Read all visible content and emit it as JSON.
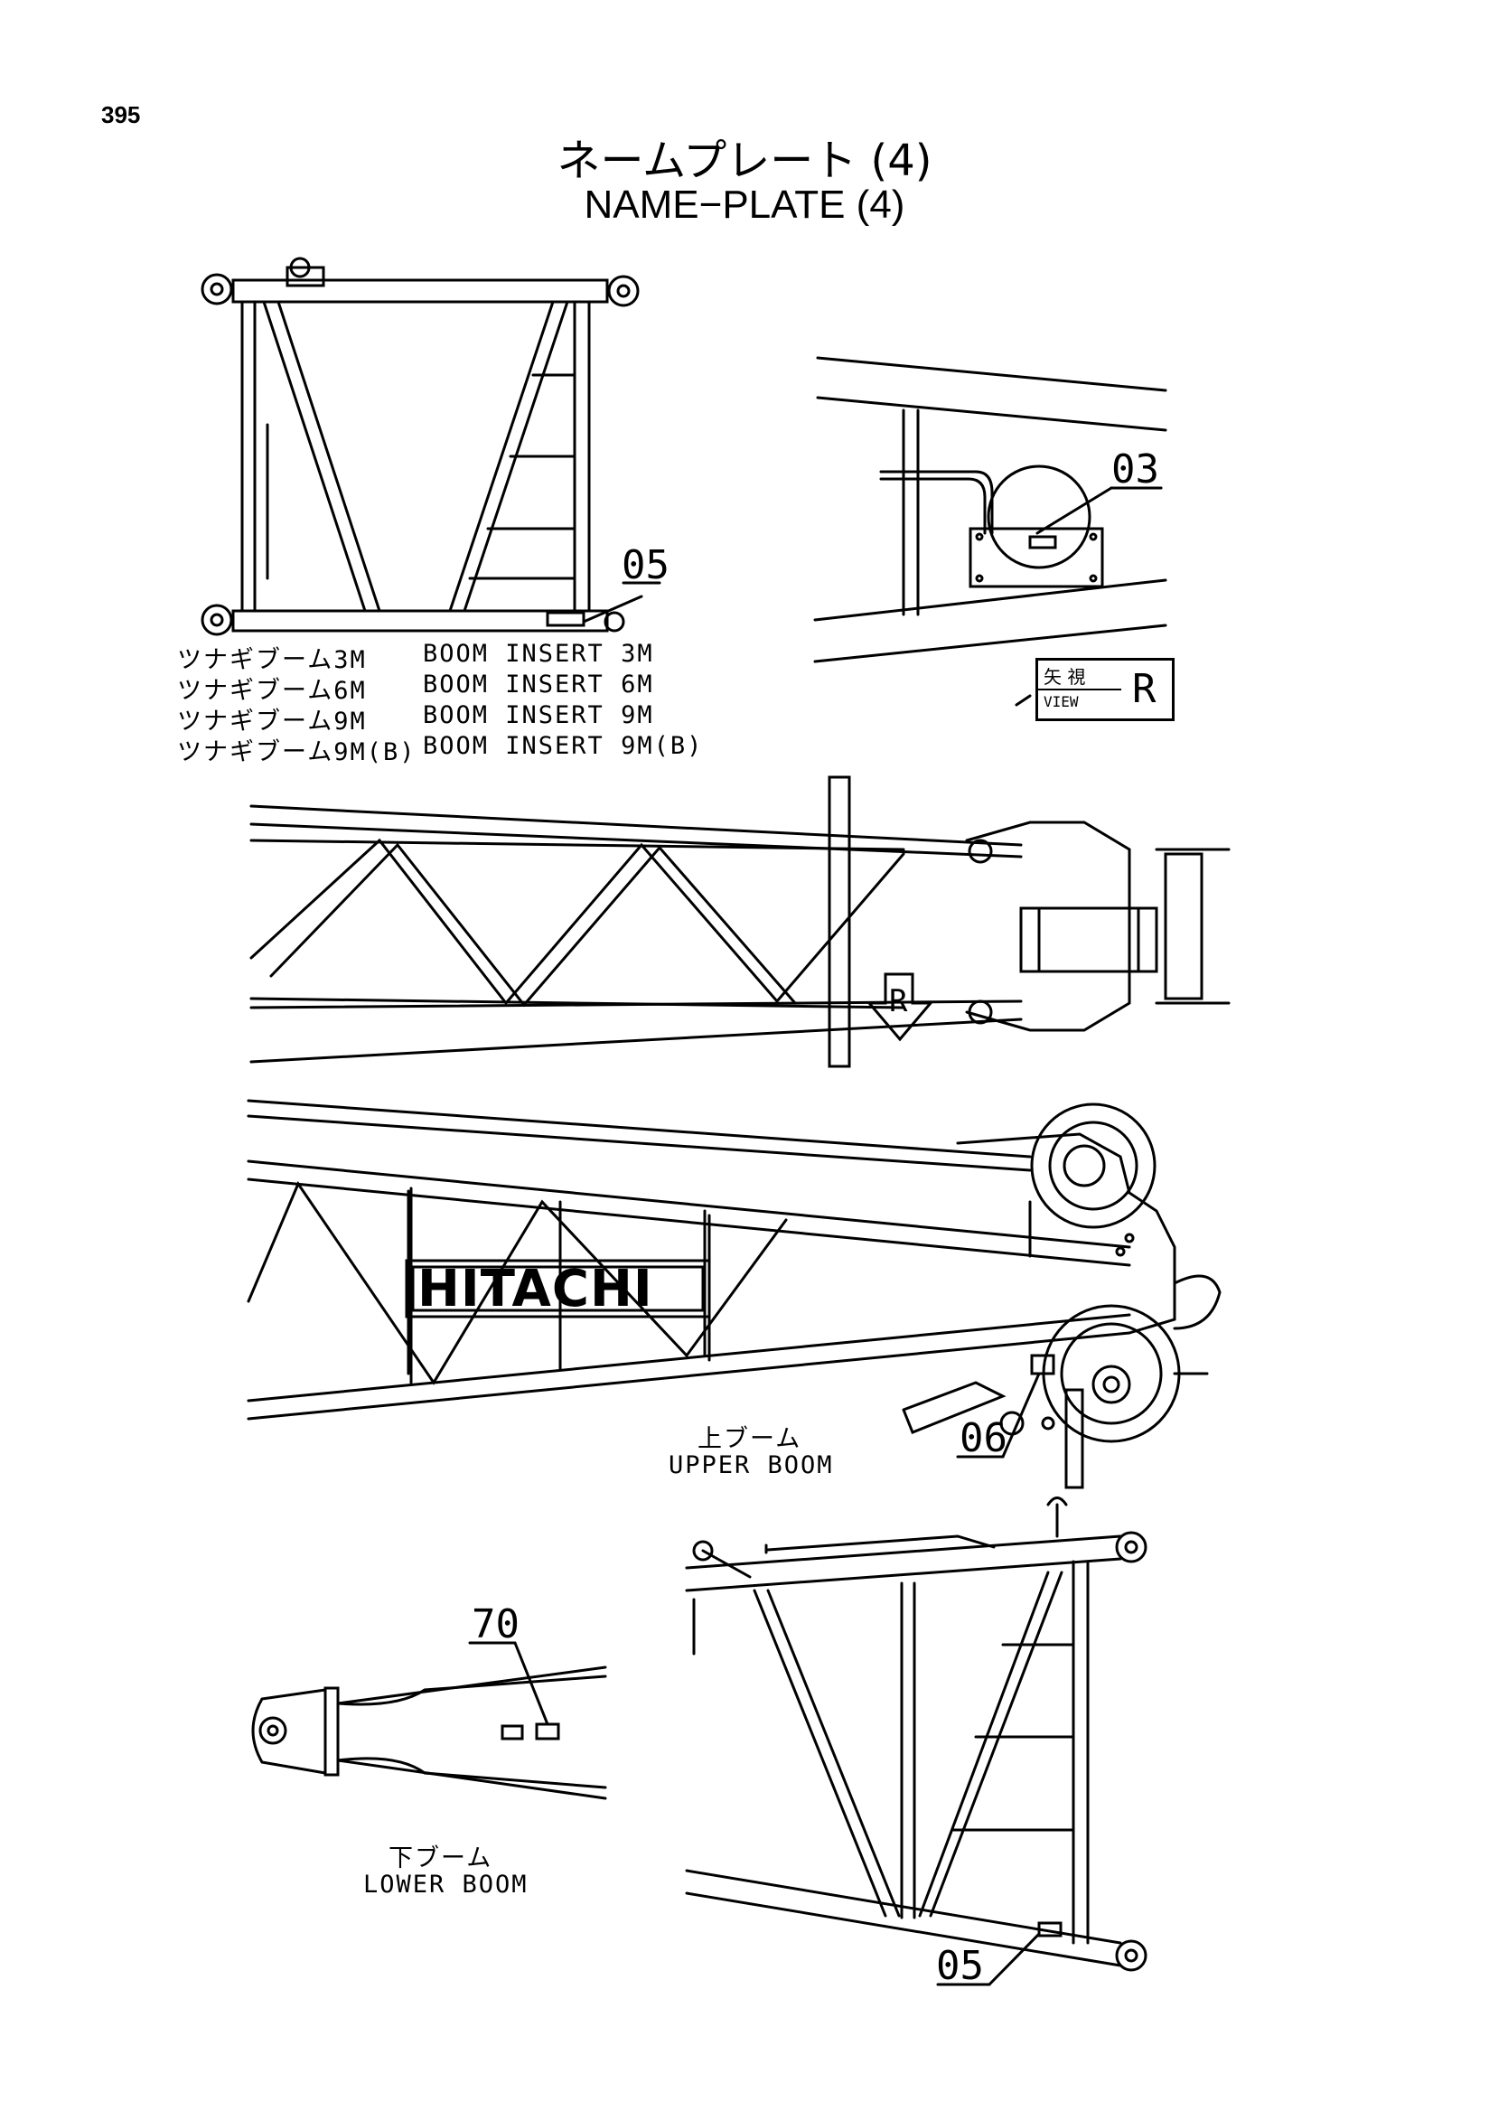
{
  "page_number": "395",
  "title_jp": "ネームプレート (4)",
  "title_en": "NAME−PLATE (4)",
  "insert_labels": [
    {
      "jp": "ツナギブーム3M",
      "en": "BOOM INSERT 3M"
    },
    {
      "jp": "ツナギブーム6M",
      "en": "BOOM INSERT 6M"
    },
    {
      "jp": "ツナギブーム9M",
      "en": "BOOM INSERT 9M"
    },
    {
      "jp": "ツナギブーム9M(B)",
      "en": "BOOM INSERT 9M(B)"
    }
  ],
  "callouts": {
    "c03": "03",
    "c05_insert": "05",
    "c06": "06",
    "c70": "70",
    "c05_lower": "05"
  },
  "view": {
    "jp": "矢 視",
    "en": "VIEW",
    "letter": "R"
  },
  "arrow_letter": "R",
  "logo_text": "HITACHI",
  "upper_boom": {
    "jp": "上ブーム",
    "en": "UPPER BOOM"
  },
  "lower_boom": {
    "jp": "下ブーム",
    "en": "LOWER BOOM"
  }
}
